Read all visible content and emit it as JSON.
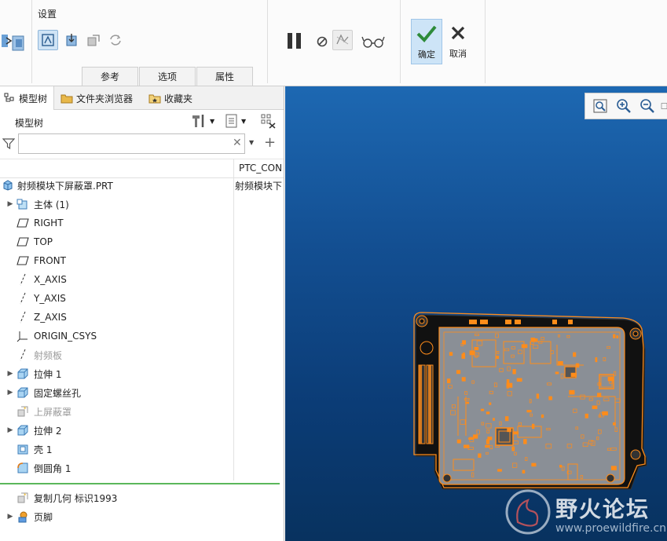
{
  "ribbon": {
    "group_title": "设置",
    "subtabs": [
      "参考",
      "选项",
      "属性"
    ],
    "ok_label": "确定",
    "cancel_label": "取消"
  },
  "leftpane": {
    "tabs": [
      "模型树",
      "文件夹浏览器",
      "收藏夹"
    ],
    "tree_title": "模型树",
    "filter": {
      "value": "",
      "placeholder": ""
    },
    "column_header": "PTC_CON",
    "items": [
      {
        "label": "射频模块下屏蔽罩.PRT",
        "col2": "射频模块下",
        "icon": "part-icon",
        "expandable": false,
        "dim": false
      },
      {
        "label": "主体 (1)",
        "icon": "body-icon",
        "expandable": true,
        "dim": false
      },
      {
        "label": "RIGHT",
        "icon": "datum-plane-icon",
        "expandable": false,
        "dim": false
      },
      {
        "label": "TOP",
        "icon": "datum-plane-icon",
        "expandable": false,
        "dim": false
      },
      {
        "label": "FRONT",
        "icon": "datum-plane-icon",
        "expandable": false,
        "dim": false
      },
      {
        "label": "X_AXIS",
        "icon": "datum-axis-icon",
        "expandable": false,
        "dim": false
      },
      {
        "label": "Y_AXIS",
        "icon": "datum-axis-icon",
        "expandable": false,
        "dim": false
      },
      {
        "label": "Z_AXIS",
        "icon": "datum-axis-icon",
        "expandable": false,
        "dim": false
      },
      {
        "label": "ORIGIN_CSYS",
        "icon": "csys-icon",
        "expandable": false,
        "dim": false
      },
      {
        "label": "射频板",
        "icon": "datum-axis-icon",
        "expandable": false,
        "dim": true
      },
      {
        "label": "拉伸 1",
        "icon": "extrude-icon",
        "expandable": true,
        "dim": false
      },
      {
        "label": "固定螺丝孔",
        "icon": "extrude-icon",
        "expandable": true,
        "dim": false
      },
      {
        "label": "上屏蔽罩",
        "icon": "copy-geom-icon",
        "expandable": false,
        "dim": true
      },
      {
        "label": "拉伸 2",
        "icon": "extrude-icon",
        "expandable": true,
        "dim": false
      },
      {
        "label": "壳 1",
        "icon": "shell-icon",
        "expandable": false,
        "dim": false
      },
      {
        "label": "倒圆角 1",
        "icon": "round-icon",
        "expandable": false,
        "dim": false
      },
      {
        "label": "复制几何 标识1993",
        "icon": "copy-geom-icon",
        "expandable": false,
        "dim": false
      },
      {
        "label": "页脚",
        "icon": "footer-icon",
        "expandable": true,
        "dim": false
      }
    ]
  },
  "watermark": {
    "title": "野火论坛",
    "url": "www.proewildfire.cn"
  },
  "colors": {
    "accent": "#2e8b3a",
    "viewport_top": "#1d68b2",
    "viewport_bottom": "#08325f",
    "edge_highlight": "#ff8c1a",
    "insert_line": "#5bb75b"
  }
}
